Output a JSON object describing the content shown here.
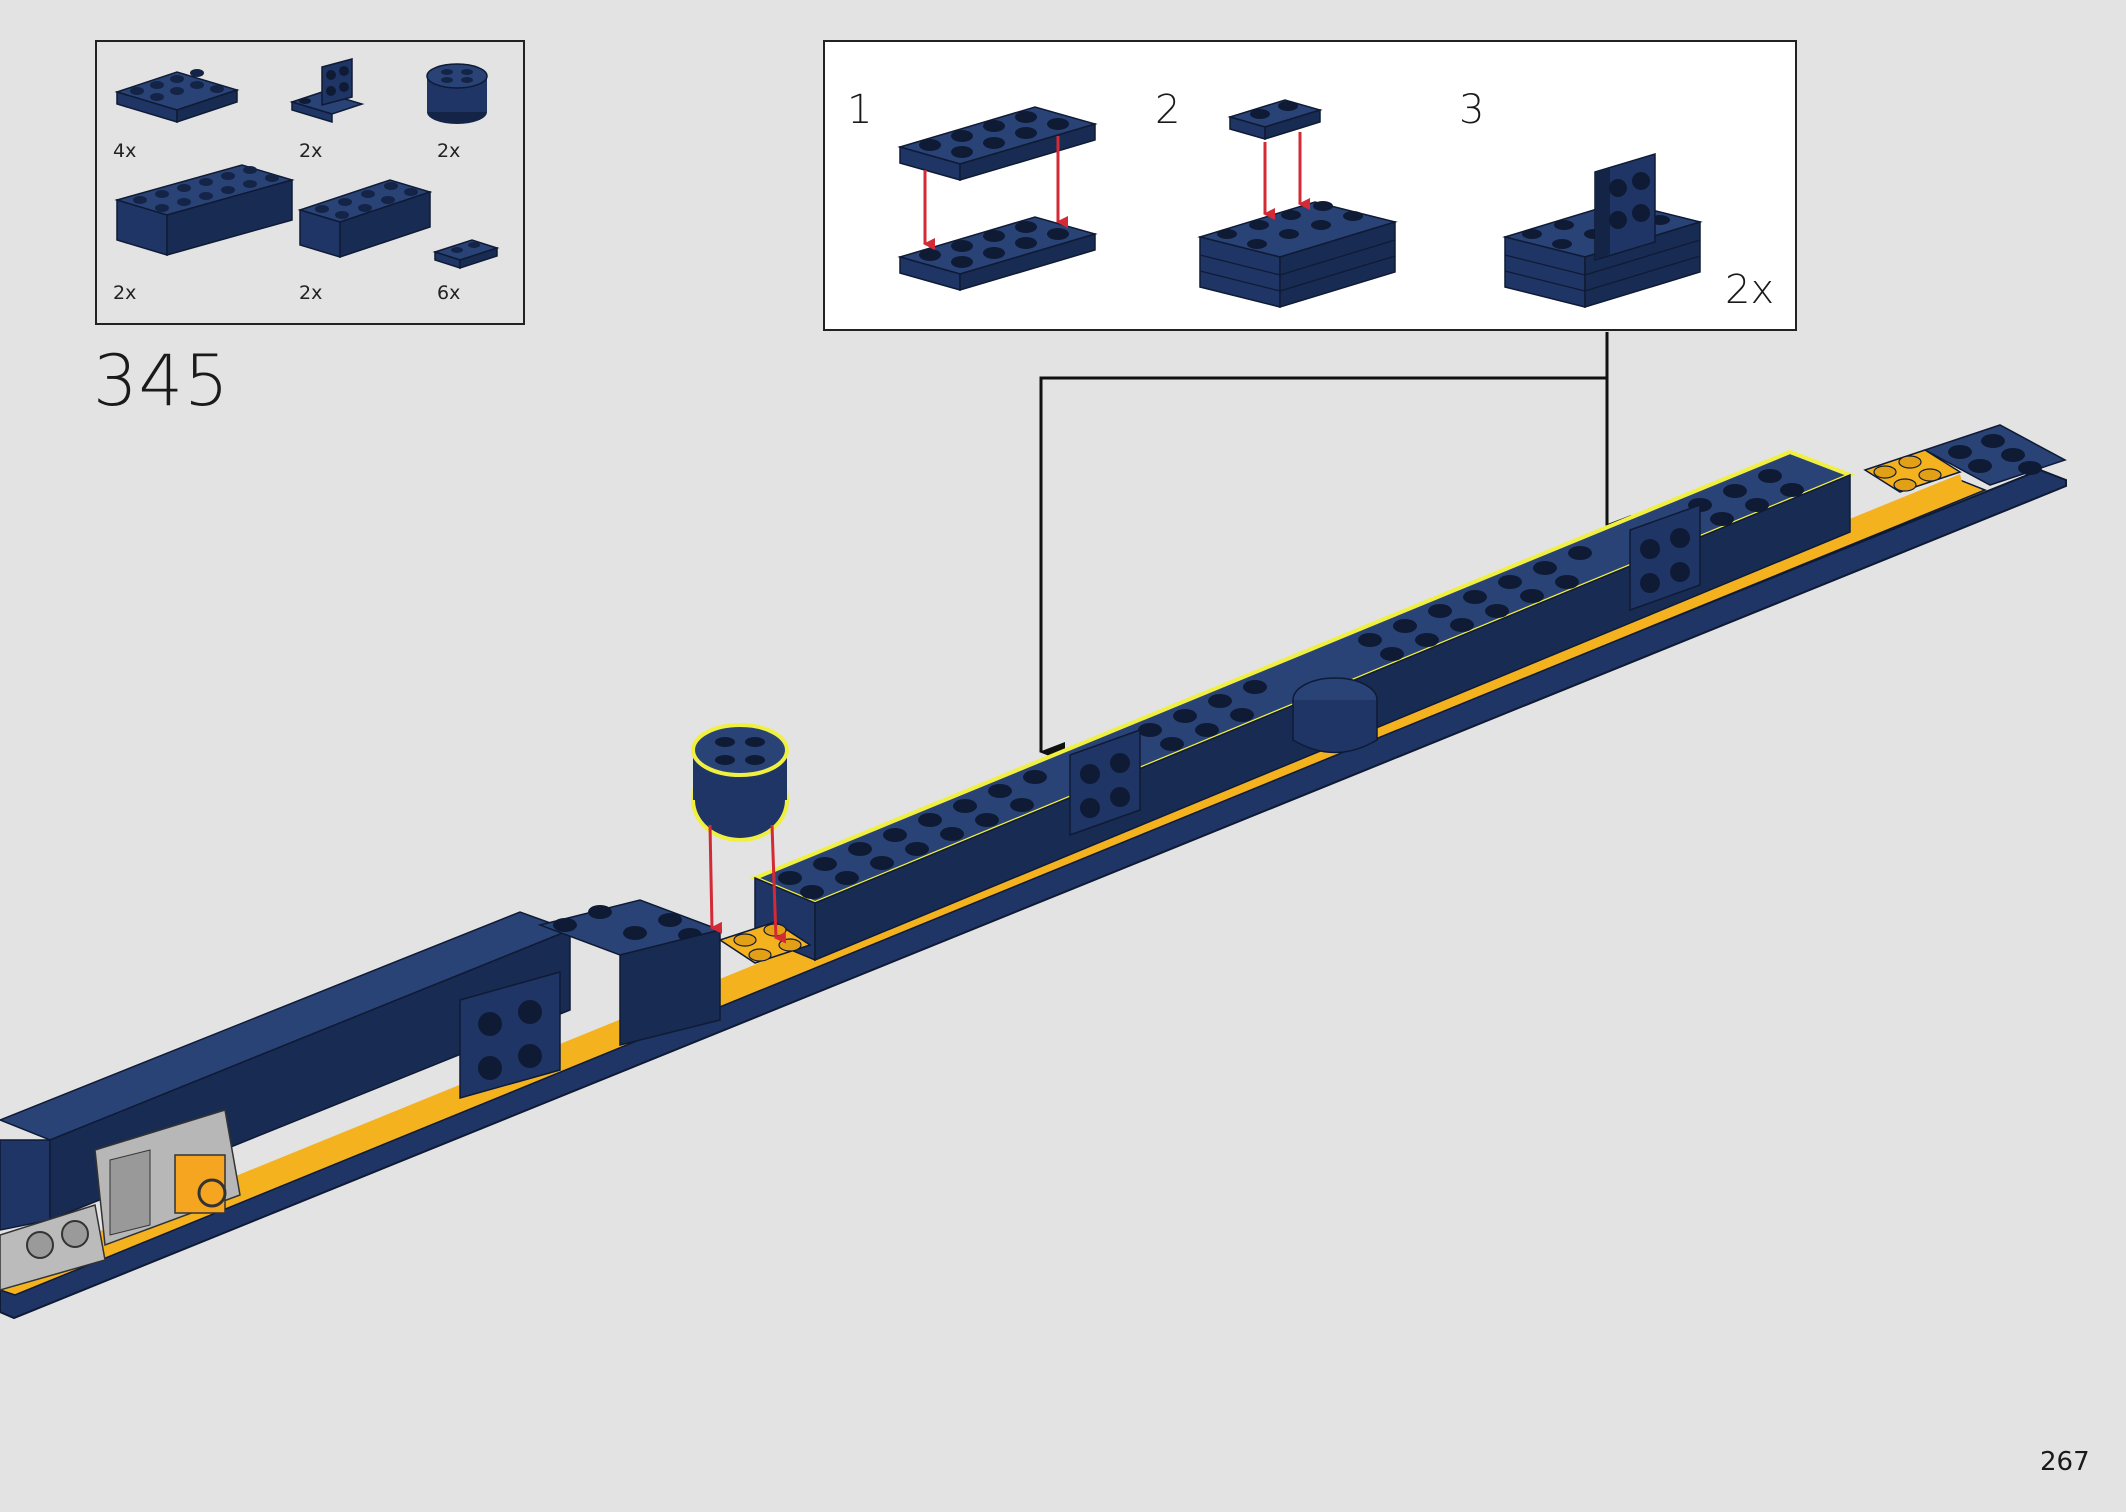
{
  "parts_list": {
    "items": [
      {
        "name": "plate-2x4",
        "qty": "4x"
      },
      {
        "name": "bracket-1x2-2x2",
        "qty": "2x"
      },
      {
        "name": "round-brick-2x2",
        "qty": "2x"
      },
      {
        "name": "brick-2x6",
        "qty": "2x"
      },
      {
        "name": "brick-2x4",
        "qty": "2x"
      },
      {
        "name": "plate-1x2",
        "qty": "6x"
      }
    ]
  },
  "step": {
    "number": "345"
  },
  "substeps": {
    "labels": [
      "1",
      "2",
      "3"
    ],
    "multiplier": "2x"
  },
  "page": {
    "number": "267"
  },
  "colors": {
    "background": "#e3e3e3",
    "brick_blue": "#1f3566",
    "brick_blue_dark": "#142447",
    "accent_yellow": "#f5b21f",
    "arrow_red": "#d42a35",
    "highlight": "#f0f040"
  }
}
